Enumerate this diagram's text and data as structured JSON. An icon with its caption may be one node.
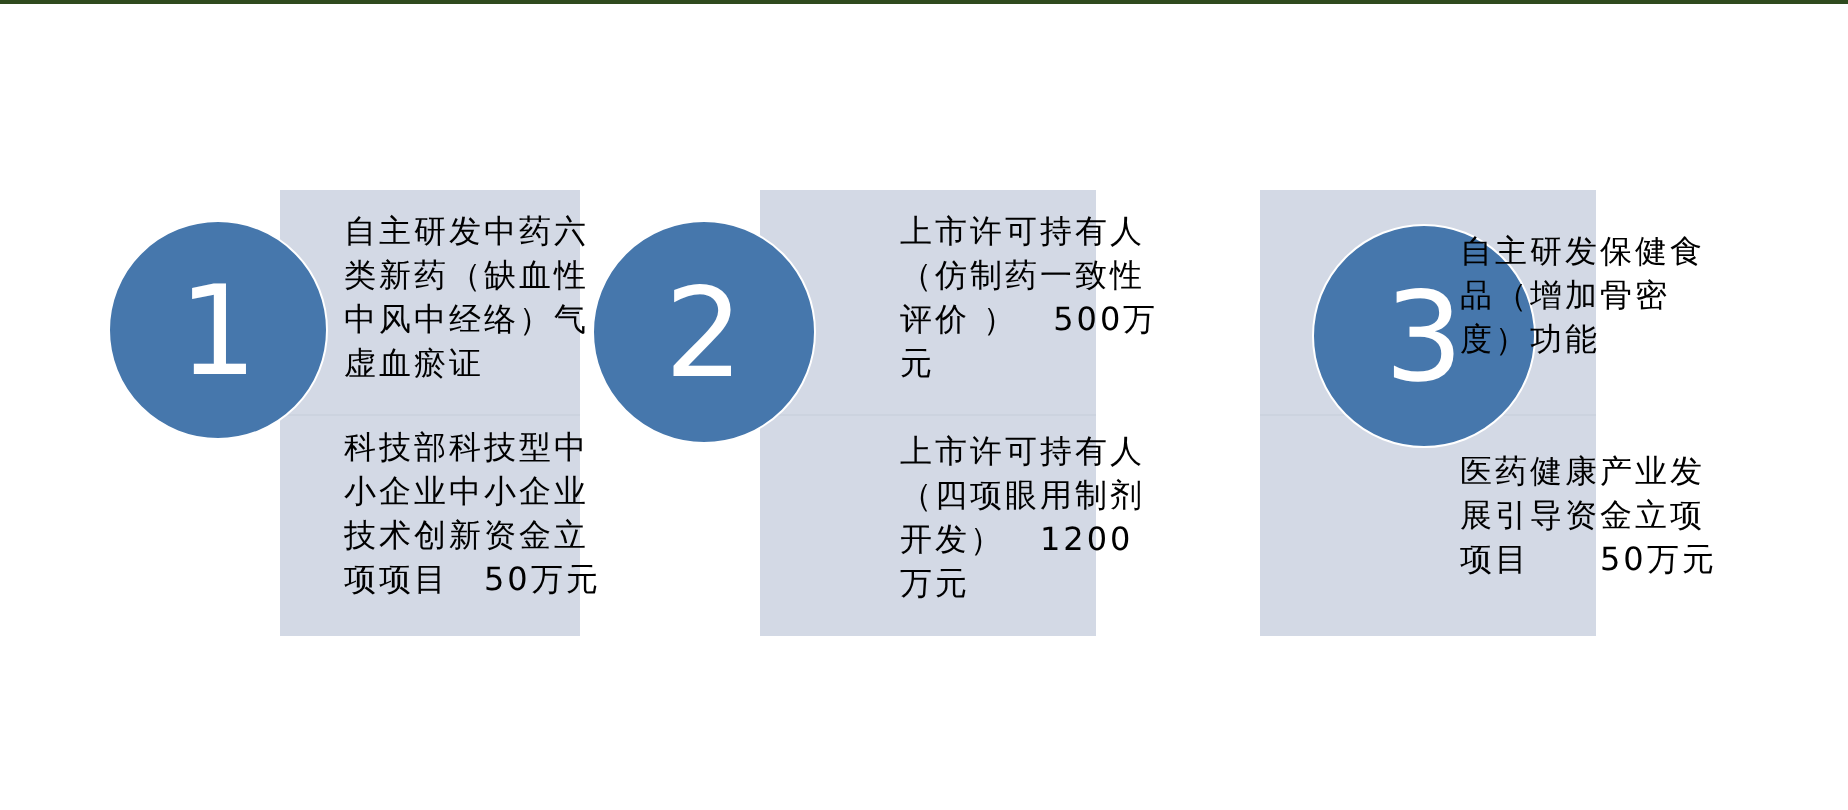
{
  "diagram": {
    "nodes": [
      {
        "text": [
          "1"
        ]
      },
      {
        "text": [
          "自主研发中药六类新药（缺血性中风中经络）气虚血瘀证",
          "科技部科技型中小企业中小企业技术创新资金立项项目　50万元"
        ]
      },
      {
        "text": [
          "2"
        ]
      },
      {
        "text": [
          "上市许可持有人（仿制药一致性评价 ）　500万元",
          "上市许可持有人（四项眼用制剂开发）　1200万元"
        ]
      },
      {
        "text": [
          "自主研发保健食品（增加骨密度）功能",
          "医药健康产业发展引导资金立项项目　　50万元"
        ]
      },
      {
        "text": [
          "3"
        ],
        "in": 4
      }
    ]
  }
}
